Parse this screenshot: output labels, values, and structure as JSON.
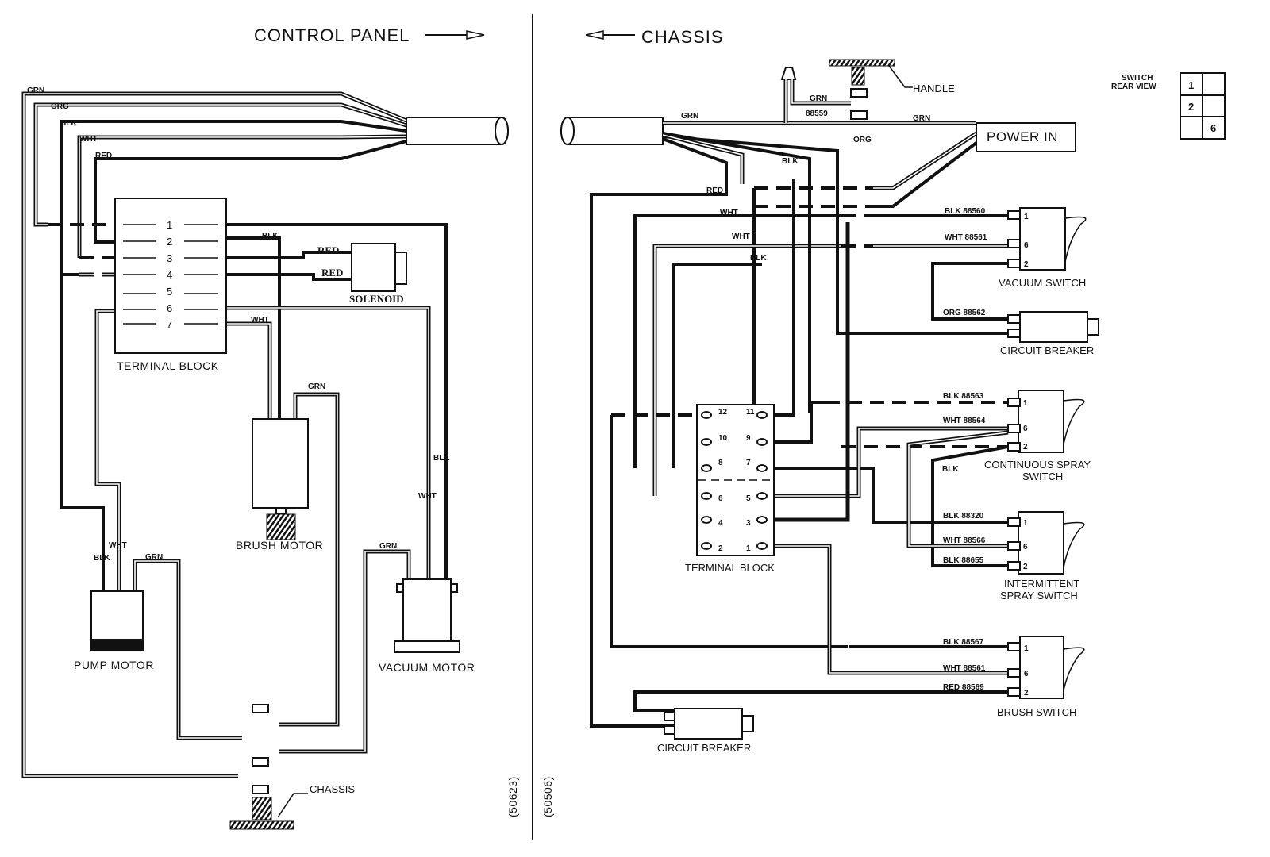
{
  "left": {
    "title": "CONTROL PANEL",
    "wires": {
      "grn": "GRN",
      "org": "ORG",
      "blk": "BLK",
      "wht": "WHT",
      "red": "RED"
    },
    "terminal_block": {
      "label": "TERMINAL BLOCK",
      "terminals": [
        "1",
        "2",
        "3",
        "4",
        "5",
        "6",
        "7"
      ]
    },
    "solenoid": {
      "label": "SOLENOID",
      "wire1": "RED",
      "wire2": "RED"
    },
    "tb_blk": "BLK",
    "tb_wht": "WHT",
    "brush_motor": {
      "label": "BRUSH MOTOR",
      "grn": "GRN"
    },
    "vacuum_motor": {
      "label": "VACUUM MOTOR",
      "blk": "BLK",
      "wht": "WHT",
      "grn": "GRN"
    },
    "pump_motor": {
      "label": "PUMP MOTOR",
      "blk": "BLK",
      "wht": "WHT",
      "grn": "GRN"
    },
    "chassis": "CHASSIS",
    "code": "(50623)"
  },
  "right": {
    "title": "CHASSIS",
    "handle": "HANDLE",
    "power_in": "POWER IN",
    "grn_top": "GRN",
    "grn_part": "88559",
    "grn_main": "GRN",
    "grn_cable": "GRN",
    "org": "ORG",
    "blk": "BLK",
    "red": "RED",
    "wht1": "WHT",
    "wht2": "WHT",
    "blk2": "BLK",
    "switch_rear_view": {
      "label1": "SWITCH",
      "label2": "REAR VIEW",
      "cells": [
        "1",
        "2",
        "6"
      ]
    },
    "vacuum_switch": {
      "label": "VACUUM SWITCH",
      "wires": [
        "BLK 88560",
        "WHT 88561"
      ],
      "pins": [
        "1",
        "6",
        "2"
      ]
    },
    "circuit_breaker_top": {
      "label": "CIRCUIT BREAKER",
      "wire": "ORG 88562"
    },
    "continuous_spray_switch": {
      "label1": "CONTINUOUS SPRAY",
      "label2": "SWITCH",
      "wires": [
        "BLK 88563",
        "WHT 88564",
        "BLK"
      ],
      "pins": [
        "1",
        "6",
        "2"
      ]
    },
    "intermittent_spray_switch": {
      "label1": "INTERMITTENT",
      "label2": "SPRAY SWITCH",
      "wires": [
        "BLK 88320",
        "WHT 88566",
        "BLK 88655"
      ],
      "pins": [
        "1",
        "6",
        "2"
      ]
    },
    "brush_switch": {
      "label": "BRUSH SWITCH",
      "wires": [
        "BLK 88567",
        "WHT 88561",
        "RED 88569"
      ],
      "pins": [
        "1",
        "6",
        "2"
      ]
    },
    "terminal_block": {
      "label": "TERMINAL BLOCK",
      "terminals": [
        "12",
        "11",
        "10",
        "9",
        "8",
        "7",
        "6",
        "5",
        "4",
        "3",
        "2",
        "1"
      ]
    },
    "circuit_breaker_bottom": {
      "label": "CIRCUIT BREAKER"
    },
    "code": "(50506)"
  }
}
